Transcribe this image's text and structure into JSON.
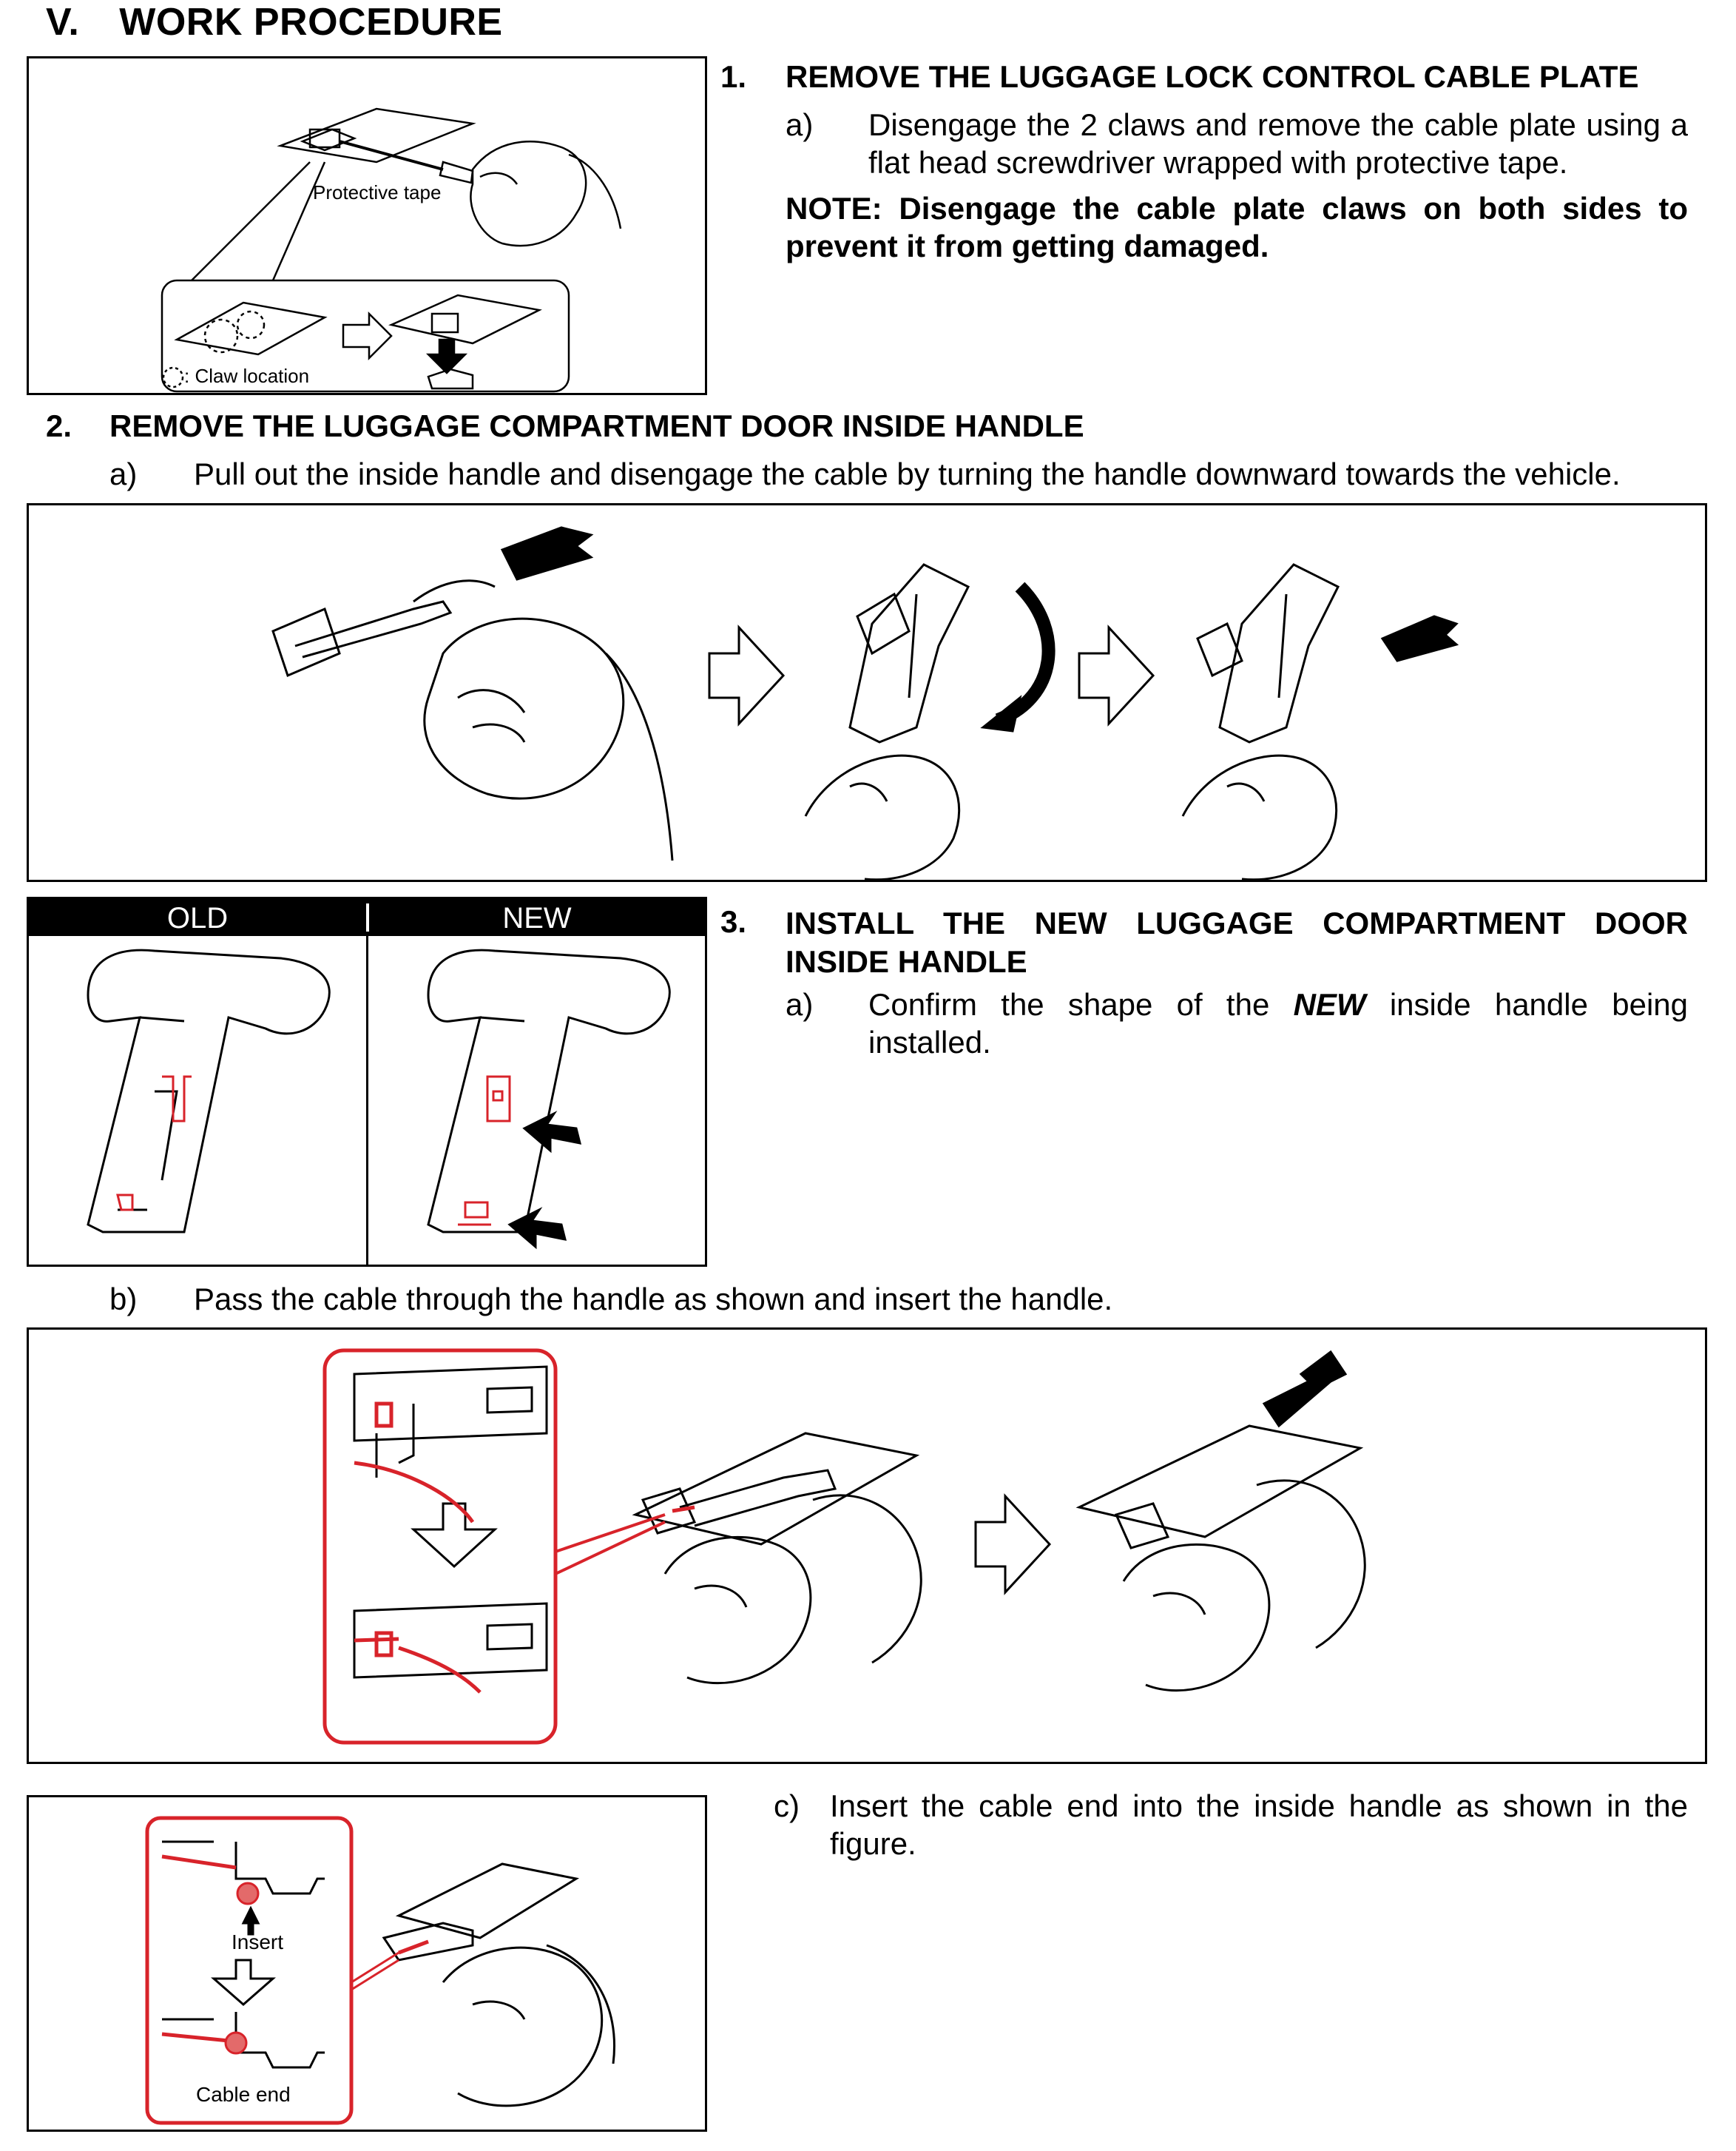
{
  "section": {
    "number": "V.",
    "title": "WORK PROCEDURE"
  },
  "step1": {
    "number": "1.",
    "title": "REMOVE THE LUGGAGE LOCK CONTROL CABLE PLATE",
    "sub_a_marker": "a)",
    "sub_a_text": "Disengage the 2 claws and remove the cable plate using a flat head screwdriver wrapped with protective tape.",
    "note": "NOTE: Disengage the cable plate claws on both sides to prevent it from getting damaged.",
    "figure": {
      "protective_tape_label": "Protective tape",
      "claw_location_label": ": Claw location"
    }
  },
  "step2": {
    "number": "2.",
    "title": "REMOVE THE LUGGAGE COMPARTMENT DOOR INSIDE HANDLE",
    "sub_a_marker": "a)",
    "sub_a_text": "Pull out the inside handle and disengage the cable by turning the handle downward towards the vehicle."
  },
  "step3": {
    "number": "3.",
    "title": "INSTALL THE NEW LUGGAGE COMPARTMENT DOOR INSIDE HANDLE",
    "old_label": "OLD",
    "new_label": "NEW",
    "sub_a_marker": "a)",
    "sub_a_text_before": "Confirm the shape of the ",
    "sub_a_emphasis": "NEW",
    "sub_a_text_after": " inside handle being installed.",
    "sub_b_marker": "b)",
    "sub_b_text": "Pass the cable through the handle as shown and insert the handle.",
    "sub_c_marker": "c)",
    "sub_c_text": "Insert the cable end into the inside handle as shown in the figure.",
    "figure_c": {
      "insert_label": "Insert",
      "cable_end_label": "Cable end"
    }
  },
  "colors": {
    "highlight_red": "#d8232a",
    "header_black": "#000000"
  }
}
